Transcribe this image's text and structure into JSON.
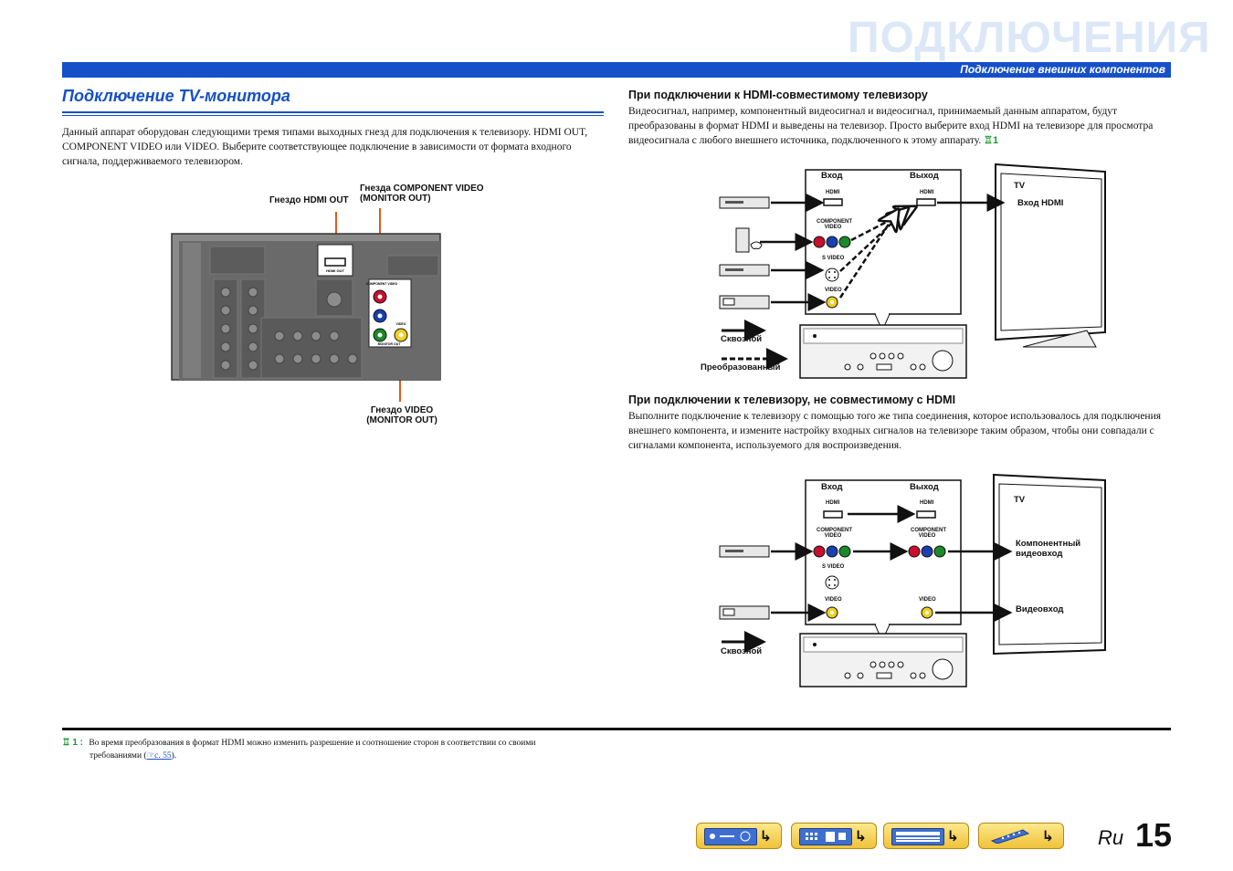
{
  "header": {
    "chapter_title": "ПОДКЛЮЧЕНИЯ",
    "section_bar": "Подключение внешних компонентов"
  },
  "left": {
    "title": "Подключение TV-монитора",
    "intro": "Данный аппарат оборудован следующими тремя типами выходных гнезд для подключения к телевизору. HDMI OUT, COMPONENT VIDEO или VIDEO. Выберите соответствующее подключение в зависимости от формата входного сигнала, поддерживаемого телевизором.",
    "panel": {
      "label_hdmi": "Гнездо HDMI OUT",
      "label_component_1": "Гнезда COMPONENT VIDEO",
      "label_component_2": "(MONITOR OUT)",
      "label_video_1": "Гнездо VIDEO",
      "label_video_2": "(MONITOR OUT)",
      "jack_hdmi_out": "HDMI OUT",
      "jack_component": "COMPONENT VIDEO",
      "jack_video": "VIDEO",
      "jack_monitor_out": "MONITOR OUT"
    }
  },
  "right": {
    "hdmi_section": {
      "heading": "При подключении к HDMI-совместимому телевизору",
      "text": "Видеосигнал, например, компонентный видеосигнал и видеосигнал, принимаемый данным аппаратом, будут преобразованы в формат HDMI и выведены на телевизор. Просто выберите вход HDMI на телевизоре для просмотра видеосигнала с любого внешнего источника, подключенного к этому аппарату.",
      "tip_ref": "1",
      "diagram": {
        "in": "Вход",
        "out": "Выход",
        "hdmi": "HDMI",
        "component_1": "COMPONENT",
        "component_2": "VIDEO",
        "svideo": "S VIDEO",
        "video": "VIDEO",
        "tv": "TV",
        "tv_input": "Вход HDMI",
        "legend_through": "Сквозной",
        "legend_converted": "Преобразованный"
      }
    },
    "nonhdmi_section": {
      "heading": "При подключении к телевизору, не совместимому с HDMI",
      "text": "Выполните подключение к телевизору с помощью того же типа соединения, которое использовалось для подключения внешнего компонента, и измените настройку входных сигналов на телевизоре таким образом, чтобы они совпадали с сигналами компонента, используемого для воспроизведения.",
      "diagram": {
        "in": "Вход",
        "out": "Выход",
        "hdmi": "HDMI",
        "component_1": "COMPONENT",
        "component_2": "VIDEO",
        "svideo": "S VIDEO",
        "video": "VIDEO",
        "tv": "TV",
        "tv_component_1": "Компонентный",
        "tv_component_2": "видеовход",
        "tv_video": "Видеовход",
        "legend_through": "Сквозной"
      }
    }
  },
  "footnote": {
    "marker": "1 :",
    "text_1": "Во время преобразования в формат HDMI можно изменить разрешение и соотношение сторон в соответствии со своими",
    "text_2": "требованиями (",
    "link": "с. 55",
    "text_3": ")."
  },
  "footer": {
    "lang": "Ru",
    "page": "15",
    "nav_icons": [
      "front-panel-icon",
      "rear-panel-icon",
      "display-icon",
      "remote-icon"
    ]
  },
  "colors": {
    "accent_blue": "#1550c8",
    "chapter_title": "#dce8f7",
    "tip_green": "#1a9a2a",
    "jack_red": "#c8102e",
    "jack_green": "#1a8a2a",
    "jack_blue": "#1a3fb0",
    "jack_yellow": "#f0d020",
    "callout_orange": "#e05a1a"
  }
}
